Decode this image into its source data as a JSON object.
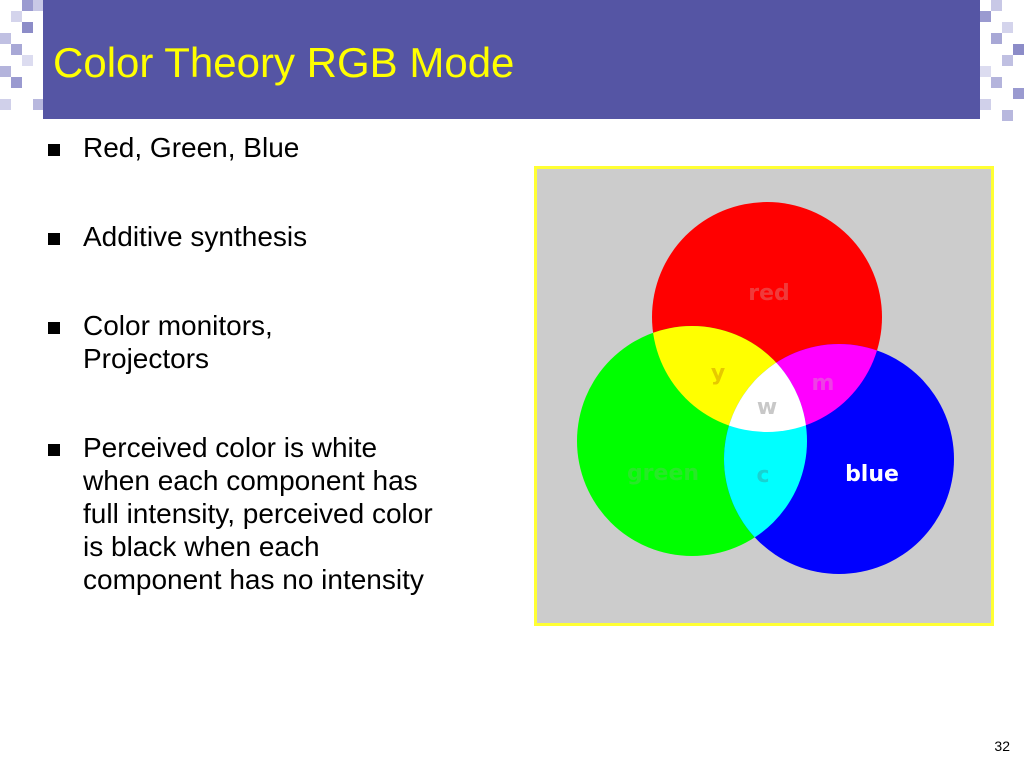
{
  "slide": {
    "title": "Color Theory RGB Mode",
    "slide_number": "32"
  },
  "bullets": [
    {
      "text": "Red, Green, Blue"
    },
    {
      "text": "Additive synthesis"
    },
    {
      "text": "Color monitors, Projectors"
    },
    {
      "text": "Perceived color is white when each component has full intensity, perceived color is black when each component has no intensity"
    }
  ],
  "diagram": {
    "labels": {
      "red": "red",
      "green": "green",
      "blue": "blue",
      "yellow": "y",
      "magenta": "m",
      "cyan": "c",
      "white": "w"
    }
  },
  "colors": {
    "title_bar": "#5555a4",
    "title_text": "#ffff00",
    "frame_border": "#ffff33",
    "frame_background": "#cccccc",
    "red": "#ff0000",
    "green": "#00ff00",
    "blue": "#0000ff",
    "yellow": "#ffff00",
    "magenta": "#ff00ff",
    "cyan": "#00ffff",
    "white": "#ffffff"
  }
}
